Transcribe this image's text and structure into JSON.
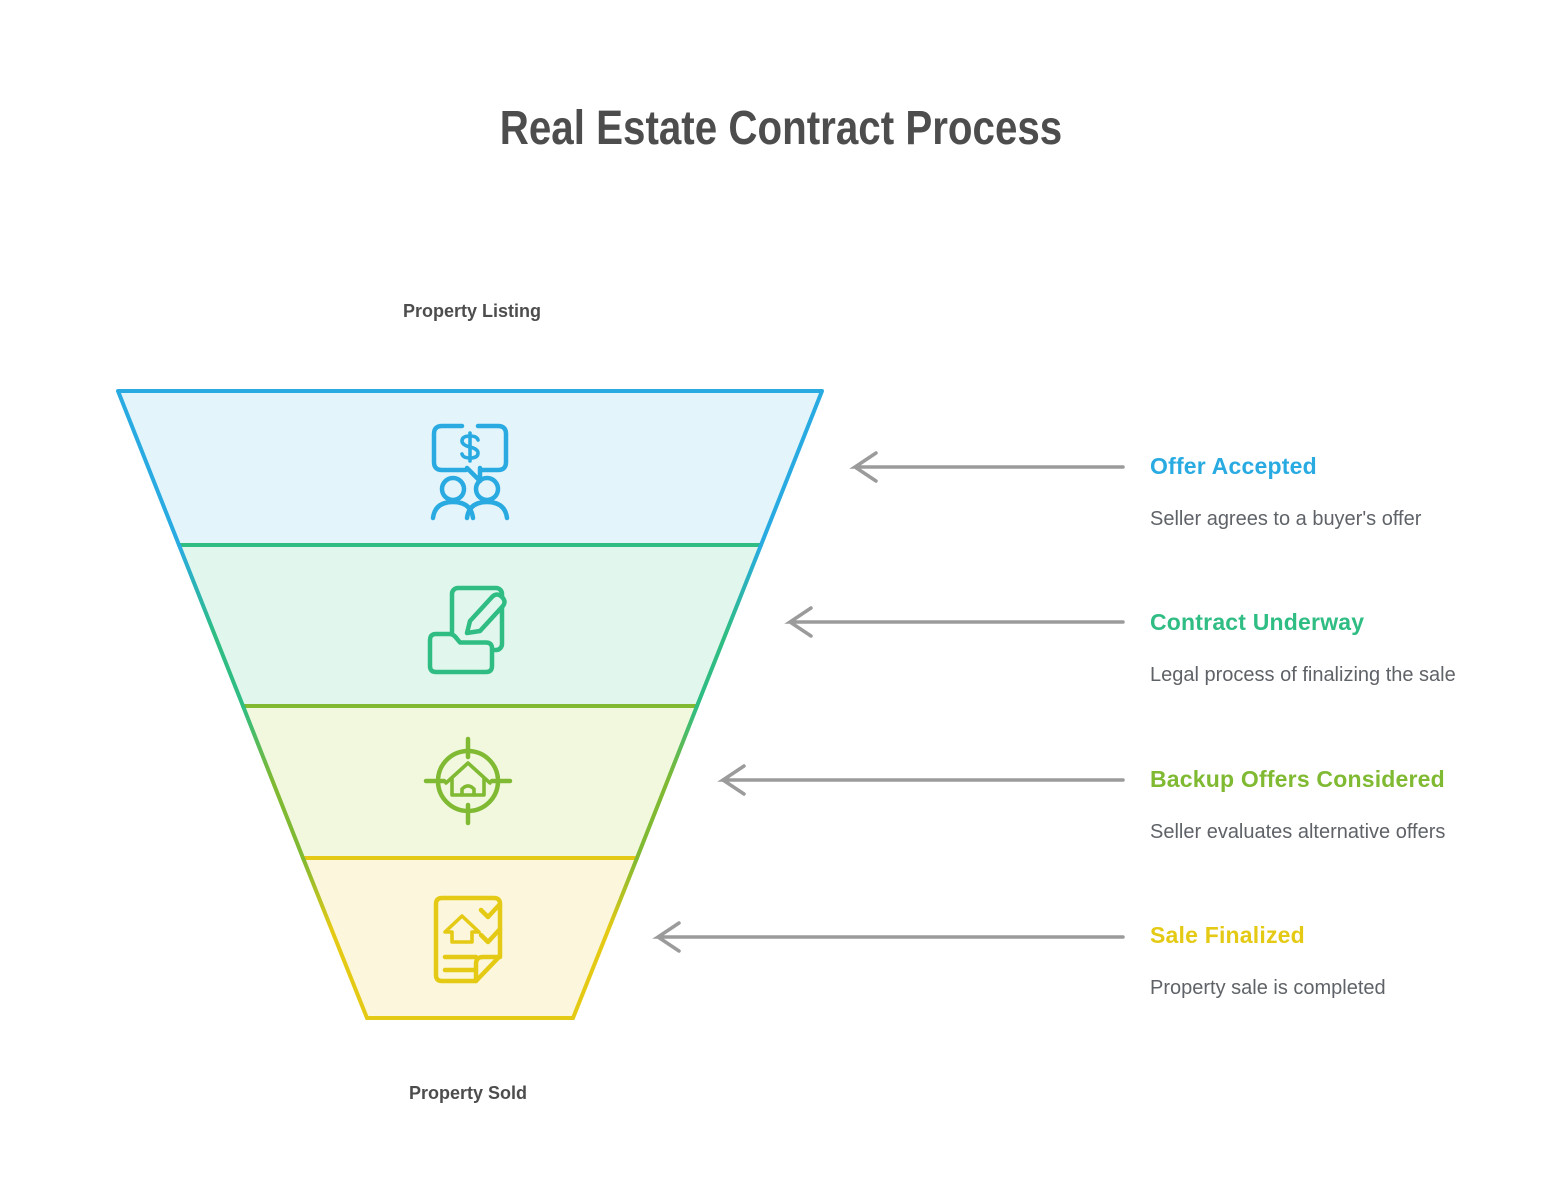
{
  "title": "Real Estate Contract Process",
  "funnel": {
    "top_label": "Property Listing",
    "bottom_label": "Property Sold"
  },
  "stages": [
    {
      "title": "Offer Accepted",
      "description": "Seller agrees to a buyer's offer",
      "icon": "offer-negotiation-icon",
      "color_key": "blue"
    },
    {
      "title": "Contract Underway",
      "description": "Legal process of finalizing the sale",
      "icon": "contract-signing-icon",
      "color_key": "green"
    },
    {
      "title": "Backup Offers Considered",
      "description": "Seller evaluates alternative offers",
      "icon": "home-target-icon",
      "color_key": "olive"
    },
    {
      "title": "Sale Finalized",
      "description": "Property sale is completed",
      "icon": "checklist-document-icon",
      "color_key": "yellow"
    }
  ],
  "colors": {
    "blue": "#29ABE2",
    "green": "#2FBD84",
    "olive": "#80B932",
    "yellow": "#E5CA15",
    "blue_fill": "#E4F4FB",
    "green_fill": "#E1F6EC",
    "olive_fill": "#F2F8DE",
    "yellow_fill": "#FCF7DC",
    "ink": "#4D4D4D",
    "muted": "#5F6368",
    "arrow": "#9B9B9B"
  }
}
